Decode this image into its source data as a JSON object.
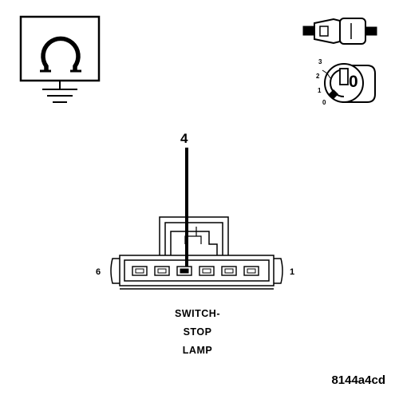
{
  "connector": {
    "callout_pin": "4",
    "left_pin": "6",
    "right_pin": "1",
    "name_lines": [
      "SWITCH-",
      "STOP",
      "LAMP"
    ],
    "cavities": 6,
    "callout_cavity": 3
  },
  "ignition": {
    "positions": [
      "3",
      "2",
      "1",
      "0"
    ],
    "key_label": "0"
  },
  "reference_code": "8144a4cd",
  "icons": {
    "ohmmeter": "ohmmeter-ground-icon",
    "connector": "connector-plug-icon",
    "ignition": "ignition-key-icon"
  },
  "colors": {
    "ink": "#000000",
    "paper": "#ffffff"
  }
}
